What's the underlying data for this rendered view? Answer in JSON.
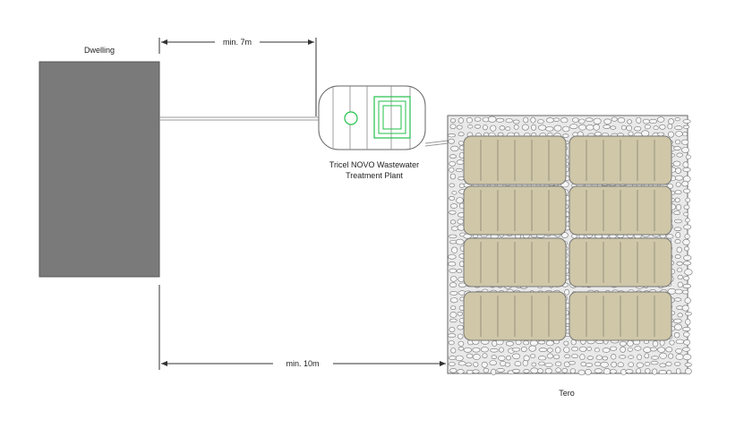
{
  "labels": {
    "dwelling": "Dwelling",
    "min_7m": "min. 7m",
    "min_10m": "min. 10m",
    "plant_line1": "Tricel NOVO Wastewater",
    "plant_line2": "Treatment Plant",
    "tero": "Tero"
  },
  "colors": {
    "dwelling_fill": "#7a7a7a",
    "plant_accent": "#22c24a",
    "gravel_fill": "#e9e9e9",
    "tank_fill": "#cfc7a8"
  }
}
